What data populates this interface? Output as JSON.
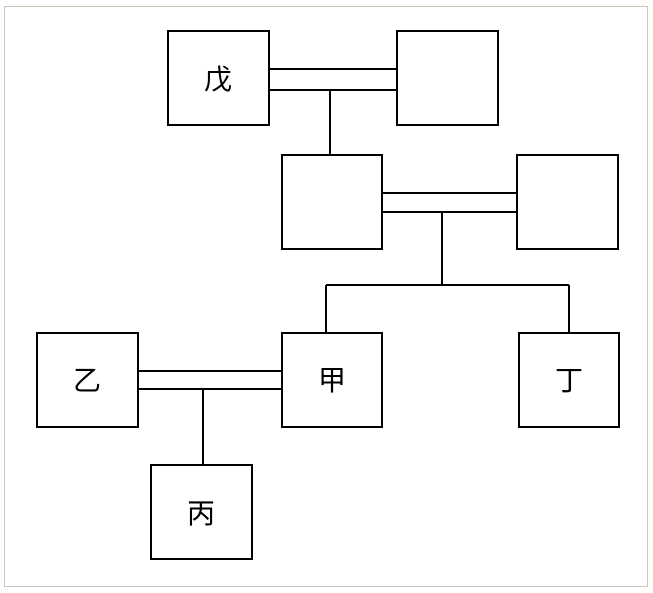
{
  "diagram": {
    "nodes": {
      "wu": "戊",
      "wu_spouse": "",
      "child": "",
      "child_spouse": "",
      "yi": "乙",
      "jia": "甲",
      "ding": "丁",
      "bing": "丙"
    }
  }
}
